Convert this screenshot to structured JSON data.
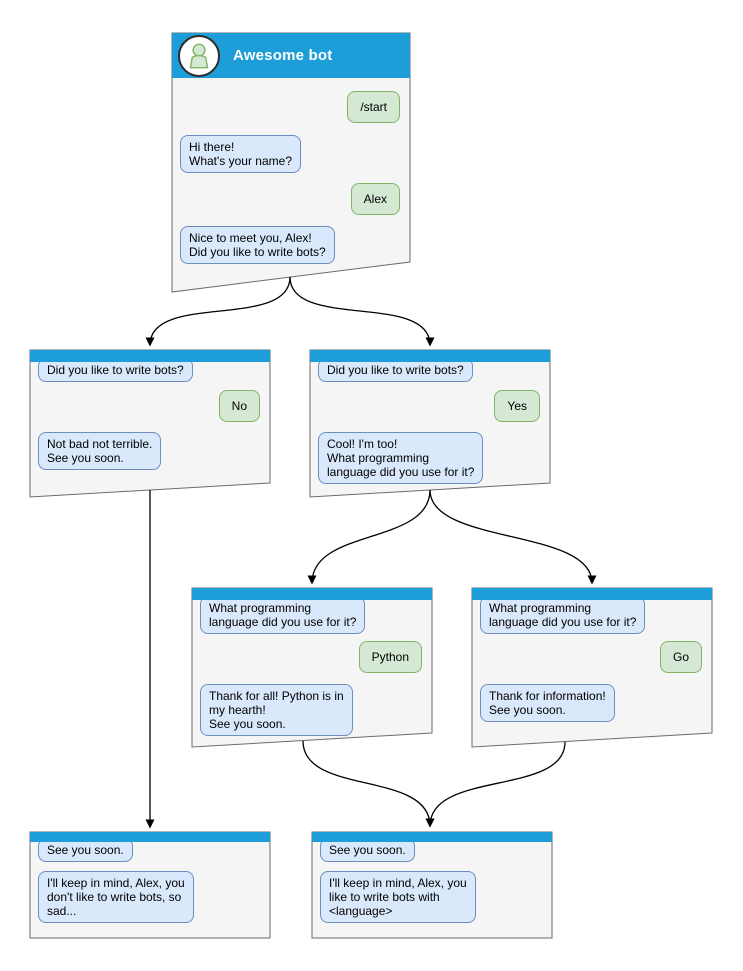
{
  "colors": {
    "header_blue": "#1d9ed9",
    "window_fill": "#f5f5f5",
    "window_border": "#6b6b6b",
    "bot_bubble_fill": "#dae8fc",
    "bot_bubble_border": "#6c8ebf",
    "user_bubble_fill": "#d5e8d4",
    "user_bubble_border": "#82b366",
    "title_color": "#ffffff",
    "arrow_color": "#000000"
  },
  "windows": {
    "main": {
      "title": "Awesome bot",
      "avatar": "person-icon",
      "messages": [
        {
          "from": "user",
          "text": "/start"
        },
        {
          "from": "bot",
          "text": "Hi there!\nWhat's your name?"
        },
        {
          "from": "user",
          "text": "Alex"
        },
        {
          "from": "bot",
          "text": "Nice to meet you, Alex!\nDid you like to write bots?"
        }
      ]
    },
    "branch_no": {
      "messages": [
        {
          "from": "bot",
          "text": "Did you like to write bots?"
        },
        {
          "from": "user",
          "text": "No"
        },
        {
          "from": "bot",
          "text": "Not bad not terrible.\nSee you soon."
        }
      ]
    },
    "branch_yes": {
      "messages": [
        {
          "from": "bot",
          "text": "Did you like to write bots?"
        },
        {
          "from": "user",
          "text": "Yes"
        },
        {
          "from": "bot",
          "text": "Cool! I'm too!\nWhat programming\nlanguage did you use for it?"
        }
      ]
    },
    "branch_python": {
      "messages": [
        {
          "from": "bot",
          "text": "What programming\nlanguage did you use for it?"
        },
        {
          "from": "user",
          "text": "Python"
        },
        {
          "from": "bot",
          "text": "Thank for all! Python is in\nmy hearth!\nSee you soon."
        }
      ]
    },
    "branch_go": {
      "messages": [
        {
          "from": "bot",
          "text": "What programming\nlanguage did you use for it?"
        },
        {
          "from": "user",
          "text": "Go"
        },
        {
          "from": "bot",
          "text": "Thank for information!\nSee you soon."
        }
      ]
    },
    "end_no": {
      "messages": [
        {
          "from": "bot",
          "text": "See you soon."
        },
        {
          "from": "bot",
          "text": "I'll keep in mind, Alex, you\ndon't like to write bots, so\nsad..."
        }
      ]
    },
    "end_yes": {
      "messages": [
        {
          "from": "bot",
          "text": "See you soon."
        },
        {
          "from": "bot",
          "text": "I'll keep in mind, Alex, you\nlike to write bots with\n<language>"
        }
      ]
    }
  }
}
